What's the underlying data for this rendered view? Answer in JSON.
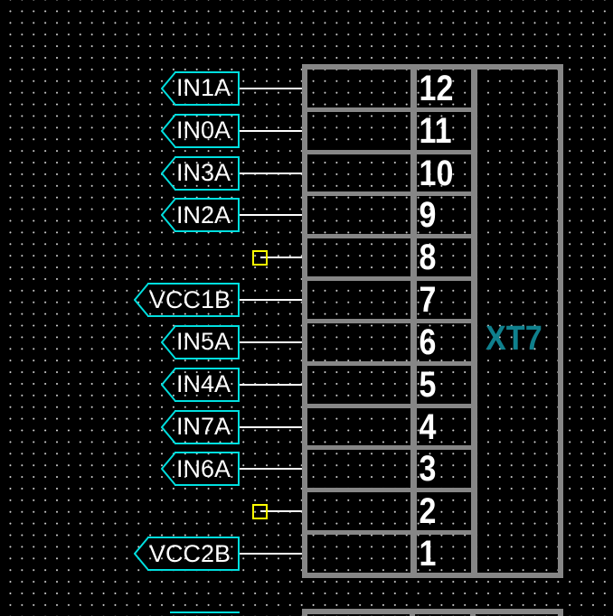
{
  "component": {
    "ref": "XT7"
  },
  "rows": [
    {
      "pin": "12",
      "label": "IN1A",
      "connector": "flag"
    },
    {
      "pin": "11",
      "label": "IN0A",
      "connector": "flag"
    },
    {
      "pin": "10",
      "label": "IN3A",
      "connector": "flag"
    },
    {
      "pin": "9",
      "label": "IN2A",
      "connector": "flag"
    },
    {
      "pin": "8",
      "label": "",
      "connector": "square"
    },
    {
      "pin": "7",
      "label": "VCC1B",
      "connector": "flag"
    },
    {
      "pin": "6",
      "label": "IN5A",
      "connector": "flag"
    },
    {
      "pin": "5",
      "label": "IN4A",
      "connector": "flag"
    },
    {
      "pin": "4",
      "label": "IN7A",
      "connector": "flag"
    },
    {
      "pin": "3",
      "label": "IN6A",
      "connector": "flag"
    },
    {
      "pin": "2",
      "label": "",
      "connector": "square"
    },
    {
      "pin": "1",
      "label": "VCC2B",
      "connector": "flag"
    }
  ],
  "colors": {
    "background": "#000000",
    "grid_dot": "#cfcfcf",
    "connector_outline": "#868686",
    "net_flag_outline": "#00dfdf",
    "wire": "#ffffff",
    "pin_number_text": "#ffffff",
    "net_label_text": "#ffffff",
    "refdes_text": "#0f808d",
    "unconnected_marker": "#ffff00"
  }
}
